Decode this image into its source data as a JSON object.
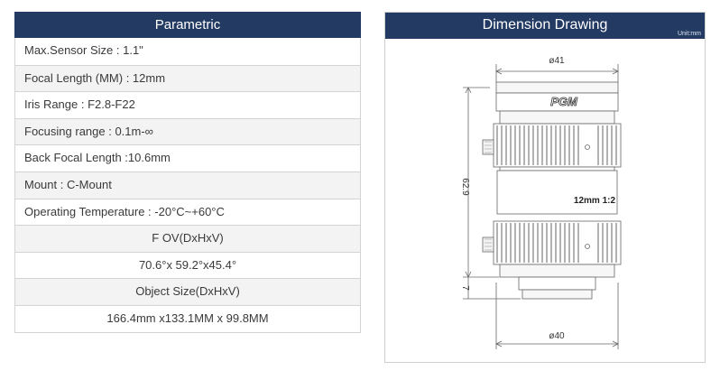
{
  "spec": {
    "title": "Parametric",
    "rows": [
      "Max.Sensor Size : 1.1\"",
      "Focal Length (MM) : 12mm",
      "Iris Range : F2.8-F22",
      "Focusing range : 0.1m-∞",
      "Back Focal Length :10.6mm",
      "Mount : C-Mount",
      "Operating Temperature : -20°C~+60°C",
      "F OV(DxHxV)",
      "70.6°x 59.2°x45.4°",
      "Object Size(DxHxV)",
      "166.4mm x133.1MM x 99.8MM"
    ]
  },
  "drawing": {
    "title": "Dimension Drawing",
    "unit": "Unit:mm",
    "top_dim": "ø41",
    "bottom_dim": "ø40",
    "height_dim": "62.9",
    "flange_dim": "7",
    "brand": "PGM",
    "lens_label": "12mm 1:2"
  }
}
